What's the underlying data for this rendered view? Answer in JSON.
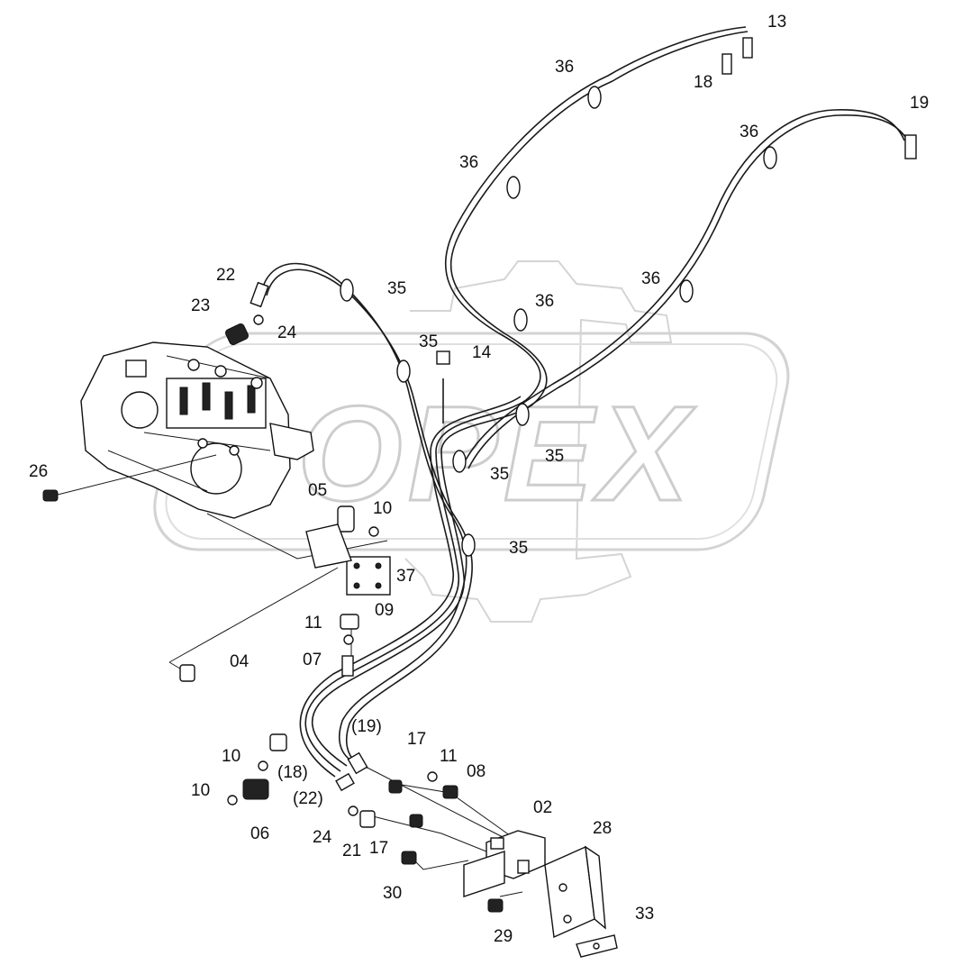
{
  "watermark": {
    "text": "OPEX",
    "color": "#cfcfcf"
  },
  "colors": {
    "line": "#1a1a1a",
    "background": "#ffffff"
  },
  "callouts": {
    "c13": "13",
    "c18a": "18",
    "c19a": "19",
    "c36a": "36",
    "c36b": "36",
    "c36c": "36",
    "c36d": "36",
    "c36e": "36",
    "c22a": "22",
    "c23": "23",
    "c24a": "24",
    "c35a": "35",
    "c35b": "35",
    "c14": "14",
    "c35c": "35",
    "c35d": "35",
    "c35e": "35",
    "c26": "26",
    "c05": "05",
    "c10a": "10",
    "c37": "37",
    "c11a": "11",
    "c09": "09",
    "c07": "07",
    "c04": "04",
    "c10b": "10",
    "c10c": "10",
    "c06": "06",
    "c19b": "(19)",
    "c18b": "(18)",
    "c22b": "(22)",
    "c17a": "17",
    "c11b": "11",
    "c08": "08",
    "c24b": "24",
    "c21": "21",
    "c17b": "17",
    "c02": "02",
    "c28": "28",
    "c30": "30",
    "c29": "29",
    "c33": "33"
  }
}
